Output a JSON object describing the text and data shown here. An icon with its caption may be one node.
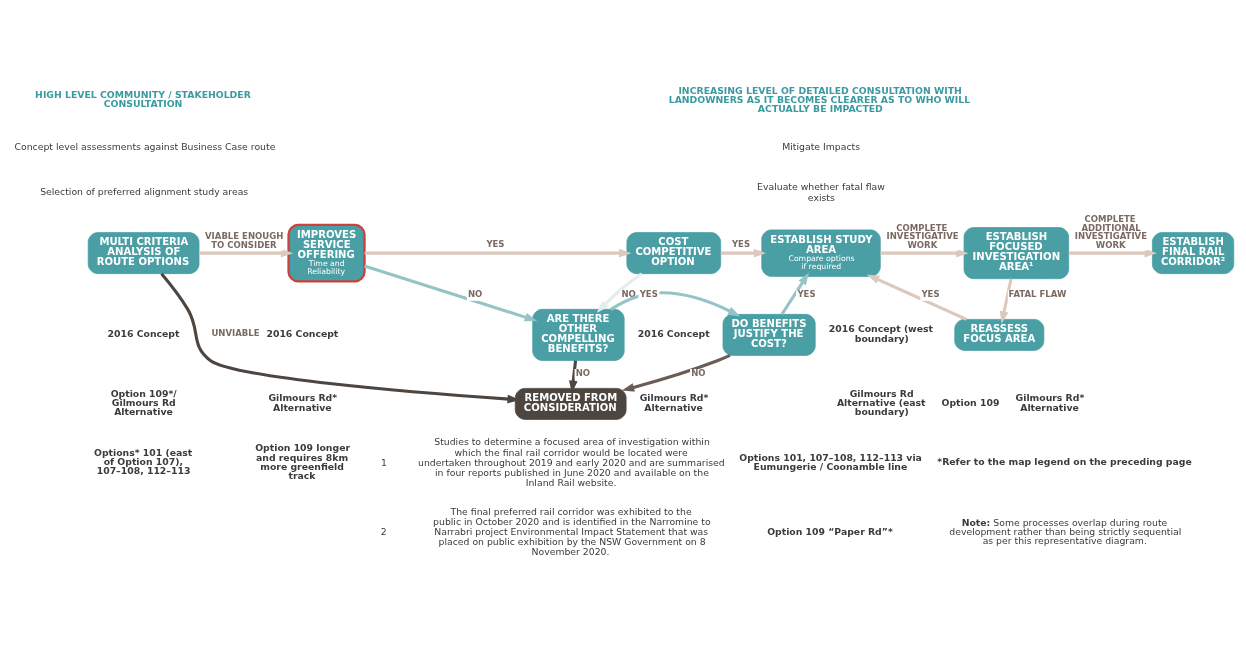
{
  "diagram": {
    "nodes": [
      {
        "text": [
          "MULTI CRITERIA ANALYSIS OF ROUTE OPTIONS"
        ]
      },
      {
        "text": [
          "IMPROVES SERVICE OFFERING",
          "Time and Reliability"
        ]
      },
      {
        "text": [
          "COST COMPETITIVE OPTION"
        ]
      },
      {
        "text": [
          "ESTABLISH STUDY AREA",
          "Compare options if required"
        ]
      },
      {
        "text": [
          "ESTABLISH FOCUSED INVESTIGATION AREA¹"
        ]
      },
      {
        "text": [
          "ESTABLISH FINAL RAIL CORRIDOR²"
        ]
      },
      {
        "text": [
          "ARE THERE OTHER COMPELLING BENEFITS?"
        ]
      },
      {
        "text": [
          "DO BENEFITS JUSTIFY THE COST?"
        ]
      },
      {
        "text": [
          "REASSESS FOCUS AREA"
        ]
      },
      {
        "text": [
          "REMOVED FROM CONSIDERATION"
        ]
      }
    ],
    "edges": [
      {
        "from": 0,
        "to": 1,
        "arrow": "to",
        "label": "VIABLE ENOUGH TO CONSIDER"
      },
      {
        "from": 1,
        "to": 2,
        "arrow": "to",
        "label": "YES"
      },
      {
        "from": 2,
        "to": 3,
        "arrow": "to",
        "label": "YES"
      },
      {
        "from": 3,
        "to": 4,
        "arrow": "to",
        "label": "COMPLETE INVESTIGATIVE WORK"
      },
      {
        "from": 4,
        "to": 5,
        "arrow": "to",
        "label": "COMPLETE ADDITIONAL INVESTIGATIVE WORK"
      },
      {
        "from": 0,
        "to": 9,
        "arrow": "to",
        "label": "UNVIABLE",
        "color": "#4d4540"
      },
      {
        "from": 1,
        "to": 6,
        "arrow": "to",
        "label": "NO",
        "color": "#94c4c8"
      },
      {
        "from": 2,
        "to": 6,
        "arrow": "to",
        "label": "NO",
        "color": "#e4eced"
      },
      {
        "from": 6,
        "to": 7,
        "arrow": "to",
        "label": "YES",
        "color": "#94c4c8"
      },
      {
        "from": 7,
        "to": 3,
        "arrow": "to",
        "label": "YES",
        "color": "#94c4c8"
      },
      {
        "from": 4,
        "to": 8,
        "arrow": "to",
        "label": "FATAL FLAW"
      },
      {
        "from": 8,
        "to": 3,
        "arrow": "to",
        "label": "YES"
      },
      {
        "from": 6,
        "to": 9,
        "arrow": "to",
        "label": "NO",
        "color": "#4d4540"
      },
      {
        "from": 7,
        "to": 9,
        "arrow": "to",
        "label": "NO",
        "color": "#6b5d55"
      }
    ],
    "labels": [
      "HIGH LEVEL COMMUNITY / STAKEHOLDER CONSULTATION",
      "Concept level assessments against Business Case route",
      "Selection of preferred alignment study areas",
      "INCREASING LEVEL OF DETAILED CONSULTATION WITH LANDOWNERS AS IT BECOMES CLEARER AS TO WHO WILL ACTUALLY BE IMPACTED",
      "Mitigate Impacts",
      "Evaluate whether fatal flaw exists",
      "2016 Concept",
      "Option 109*/ Gilmours Rd Alternative",
      "Options* 101 (east of Option 107), 107–108, 112–113",
      "2016 Concept",
      "Gilmours Rd* Alternative",
      "Option 109 longer and requires 8km more greenfield track",
      "2016 Concept",
      "Gilmours Rd* Alternative",
      "2016 Concept (west boundary)",
      "Gilmours Rd Alternative (east boundary)",
      "Option 109",
      "Gilmours Rd* Alternative",
      "Options 101, 107–108, 112–113 via Eumungerie / Coonamble line",
      "Option 109 “Paper Rd”*",
      "*Refer to the map legend on the preceding page",
      "**Note:** Some processes overlap during route development rather than being strictly sequential as per this representative diagram.",
      "1",
      "Studies to determine a focused area of investigation within which the final rail corridor would be located were undertaken throughout 2019 and early 2020 and are summarised in four reports published in June 2020 and available on the Inland Rail website.",
      "2",
      "The final preferred rail corridor was exhibited to the public in October 2020 and is identified in the Narromine to Narrabri project Environmental Impact Statement that was placed on public exhibition by the NSW Government on 8 November 2020."
    ]
  }
}
